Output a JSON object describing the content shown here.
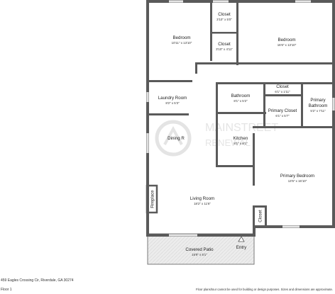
{
  "plan": {
    "rooms": [
      {
        "id": "closet-top",
        "name": "Closet",
        "dims": "3'10\" x 5'0\""
      },
      {
        "id": "bedroom-left",
        "name": "Bedroom",
        "dims": "10'11\" x 13'10\""
      },
      {
        "id": "bedroom-right",
        "name": "Bedroom",
        "dims": "16'6\" x 13'10\""
      },
      {
        "id": "closet-mid",
        "name": "Closet",
        "dims": "3'10\" x 4'11\""
      },
      {
        "id": "laundry-room",
        "name": "Laundry Room",
        "dims": "8'2\" x 5'3\""
      },
      {
        "id": "bathroom",
        "name": "Bathroom",
        "dims": "8'1\" x 5'2\""
      },
      {
        "id": "closet-right",
        "name": "Closet",
        "dims": "6'1\" x 1'11\""
      },
      {
        "id": "primary-bathroom",
        "name": "Primary Bathroom",
        "dims": "5'2\" x 7'11\""
      },
      {
        "id": "primary-closet",
        "name": "Primary Closet",
        "dims": "6'1\" x 5'7\""
      },
      {
        "id": "dining-room",
        "name": "Dining R",
        "dims": ""
      },
      {
        "id": "kitchen",
        "name": "Kitchen",
        "dims": "8'1\" x 8'1\""
      },
      {
        "id": "primary-bedroom",
        "name": "Primary Bedroom",
        "dims": "13'5\" x 16'10\""
      },
      {
        "id": "living-room",
        "name": "Living Room",
        "dims": "18'2\" x 11'6\""
      },
      {
        "id": "covered-patio",
        "name": "Covered Patio",
        "dims": "16'9\" x 5'1\""
      }
    ],
    "fireplace_label": "Fireplace",
    "closet_small_label": "Closet",
    "entry_label": "Entry",
    "watermark": {
      "line1": "MAINSTREET",
      "line2": "RENEWAL"
    }
  },
  "footer": {
    "address": "459 Eagles Crossing Cir, Riverdale, GA 30274",
    "floor": "Floor 1",
    "disclaimer": "Floor plans/tour cannot be used for building or design purposes. Sizes and dimensions are approximate."
  },
  "colors": {
    "wall": "#5a5a5a",
    "patio": "#e7e7e7",
    "watermark": "#cfcfcf"
  }
}
